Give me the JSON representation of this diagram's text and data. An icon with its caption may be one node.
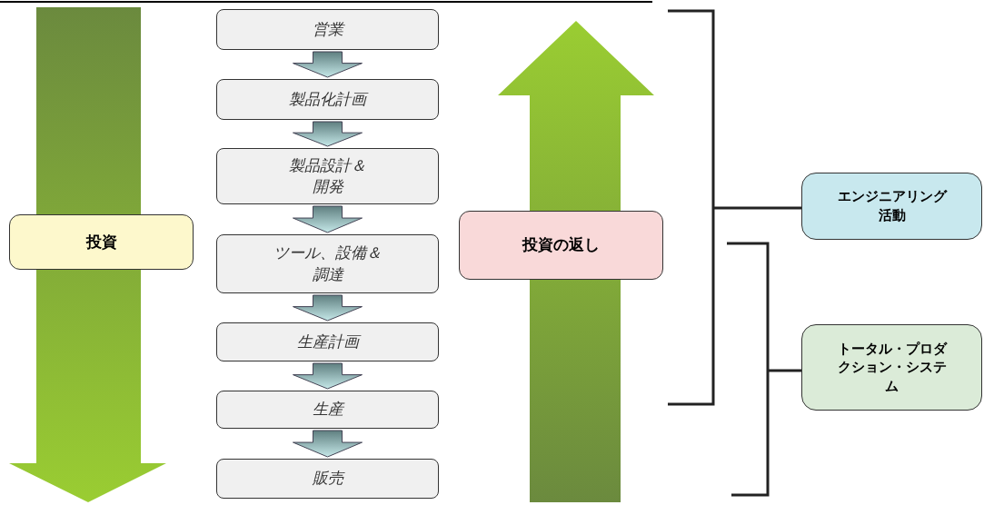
{
  "diagram": {
    "nodes": [
      {
        "text": [
          "投資"
        ]
      },
      {
        "text": [
          "営業"
        ]
      },
      {
        "text": [
          "製品化計画"
        ]
      },
      {
        "text": [
          "製品設計＆開発"
        ]
      },
      {
        "text": [
          "ツール、設備＆調達"
        ]
      },
      {
        "text": [
          "生産計画"
        ]
      },
      {
        "text": [
          "生産"
        ]
      },
      {
        "text": [
          "販売"
        ]
      },
      {
        "text": [
          "投資の返し"
        ]
      },
      {
        "text": [
          "エンジニアリング活動"
        ]
      },
      {
        "text": [
          "トータル・プロダクション・システム"
        ]
      }
    ],
    "edges": [
      {
        "from": 1,
        "to": 2,
        "arrow": "to"
      },
      {
        "from": 2,
        "to": 3,
        "arrow": "to"
      },
      {
        "from": 3,
        "to": 4,
        "arrow": "to"
      },
      {
        "from": 4,
        "to": 5,
        "arrow": "to"
      },
      {
        "from": 5,
        "to": 6,
        "arrow": "to"
      },
      {
        "from": 6,
        "to": 7,
        "arrow": "to"
      }
    ]
  }
}
